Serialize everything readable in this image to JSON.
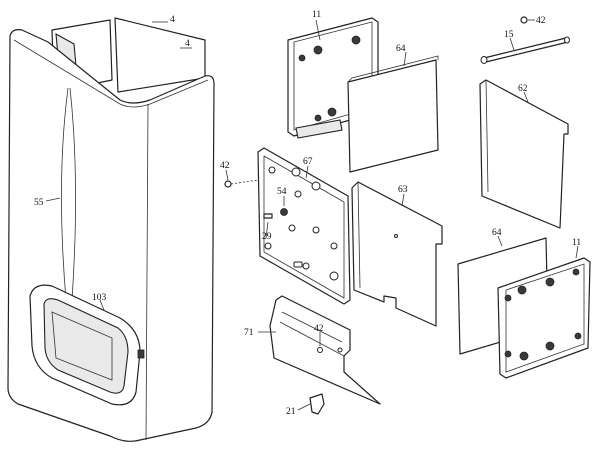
{
  "callouts": {
    "c4a": "4",
    "c4b": "4",
    "c11a": "11",
    "c11b": "11",
    "c15": "15",
    "c21": "21",
    "c29": "29",
    "c42a": "42",
    "c42b": "42",
    "c42c": "42",
    "c54": "54",
    "c55": "55",
    "c62": "62",
    "c63": "63",
    "c64a": "64",
    "c64b": "64",
    "c67": "67",
    "c71": "71",
    "c103": "103"
  }
}
